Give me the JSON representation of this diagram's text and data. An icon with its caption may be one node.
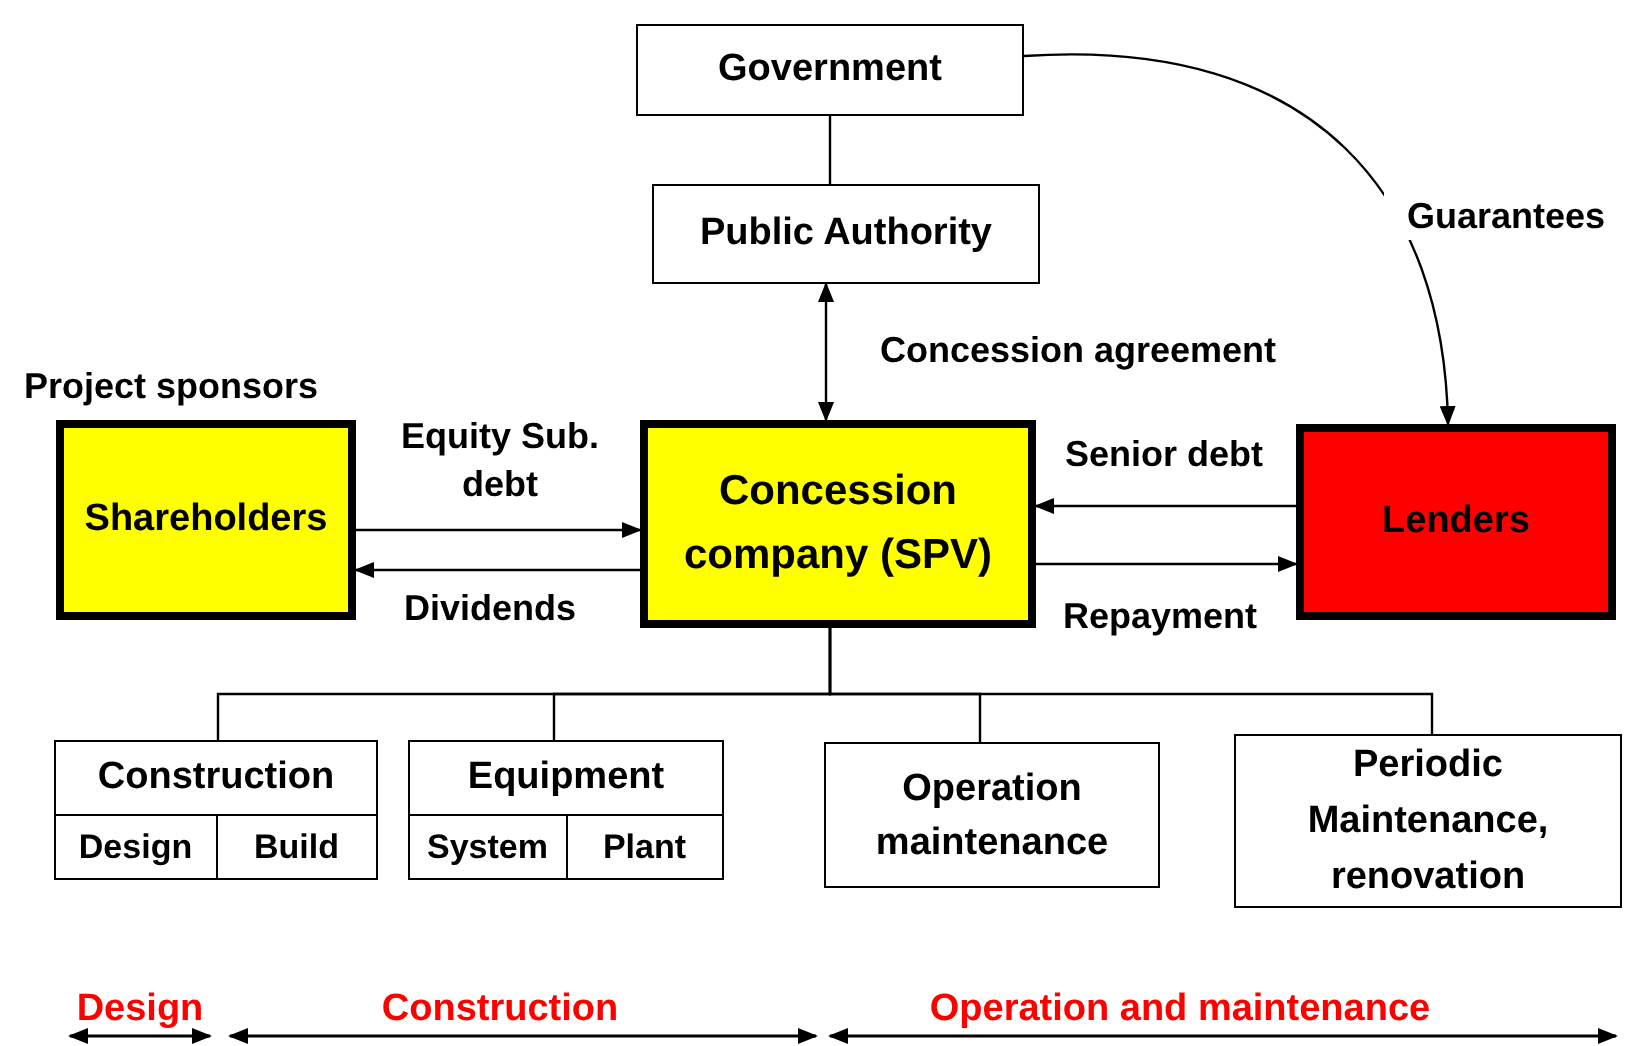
{
  "diagram": {
    "nodes": [
      {
        "text": [
          "Government"
        ]
      },
      {
        "text": [
          "Public Authority"
        ]
      },
      {
        "text": [
          "Shareholders"
        ],
        "beside": [
          "Project sponsors"
        ]
      },
      {
        "text": [
          "Concession company (SPV)"
        ]
      },
      {
        "text": [
          "Lenders"
        ]
      },
      {
        "text": [
          "Construction"
        ]
      },
      {
        "text": [
          "Design"
        ],
        "in": 5
      },
      {
        "text": [
          "Build"
        ],
        "in": 5
      },
      {
        "text": [
          "Equipment"
        ]
      },
      {
        "text": [
          "System"
        ],
        "in": 8
      },
      {
        "text": [
          "Plant"
        ],
        "in": 8
      },
      {
        "text": [
          "Operation maintenance"
        ]
      },
      {
        "text": [
          "Periodic Maintenance, renovation"
        ]
      }
    ],
    "edges": [
      {
        "from": 0,
        "to": 1,
        "arrow": "none"
      },
      {
        "from": 0,
        "to": 4,
        "arrow": "to",
        "label": "Guarantees"
      },
      {
        "from": 3,
        "to": 1,
        "arrow": "both",
        "label": "Concession agreement"
      },
      {
        "from": 2,
        "to": 3,
        "arrow": "to",
        "label": "Equity Sub. debt"
      },
      {
        "from": 3,
        "to": 2,
        "arrow": "to",
        "label": "Dividends"
      },
      {
        "from": 4,
        "to": 3,
        "arrow": "to",
        "label": "Senior debt"
      },
      {
        "from": 3,
        "to": 4,
        "arrow": "to",
        "label": "Repayment"
      },
      {
        "from": 3,
        "to": 5,
        "arrow": "none"
      },
      {
        "from": 3,
        "to": 8,
        "arrow": "none"
      },
      {
        "from": 3,
        "to": 11,
        "arrow": "none"
      },
      {
        "from": 3,
        "to": 12,
        "arrow": "none"
      }
    ],
    "labels": [
      "Design",
      "Construction",
      "Operation and maintenance"
    ]
  }
}
